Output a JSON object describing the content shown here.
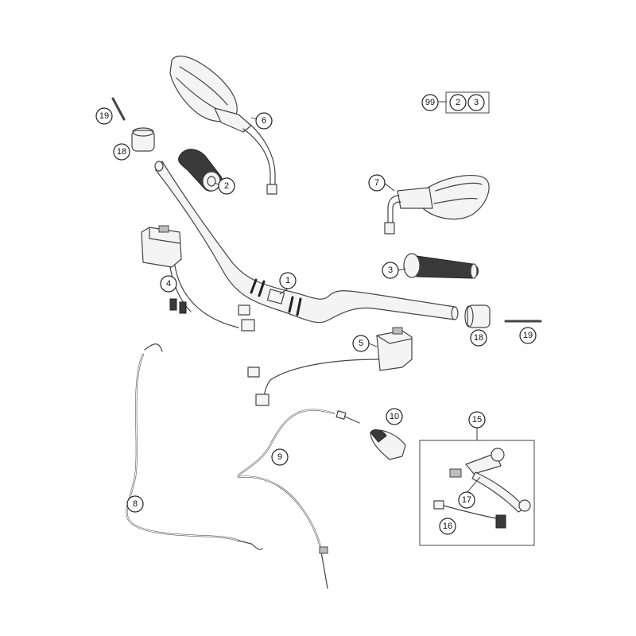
{
  "colors": {
    "line": "#444444",
    "grip": "#3a3a3a",
    "background": "#ffffff"
  },
  "callouts": {
    "c1": "1",
    "c2a": "2",
    "c3a": "3",
    "c4": "4",
    "c5": "5",
    "c6": "6",
    "c7": "7",
    "c8": "8",
    "c9": "9",
    "c10": "10",
    "c15": "15",
    "c16": "16",
    "c17": "17",
    "c18a": "18",
    "c18b": "18",
    "c19a": "19",
    "c19b": "19",
    "c99": "99",
    "c2b": "2",
    "c3b": "3"
  }
}
